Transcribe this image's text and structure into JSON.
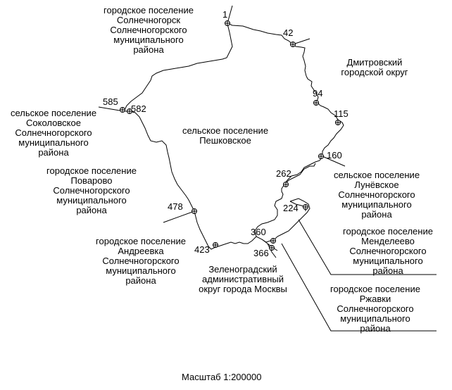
{
  "map": {
    "line_color": "#000000",
    "marker_symbol": "circle-with-cross",
    "neighbors": {
      "solnechnogorsk": [
        "городское поселение",
        "Солнечногорск",
        "Солнечногорского",
        "муниципального",
        "района"
      ],
      "dmitrovsky": [
        "Дмитровский",
        "городской округ"
      ],
      "sokolovskoe": [
        "сельское поселение",
        "Соколовское",
        "Солнечногорского",
        "муниципального",
        "района"
      ],
      "peshkovskoe": [
        "сельское поселение",
        "Пешковское"
      ],
      "povarovo": [
        "городское поселение",
        "Поварово",
        "Солнечногорского",
        "муниципального",
        "района"
      ],
      "lunevskoe": [
        "сельское поселение",
        "Лунёвское",
        "Солнечногорского",
        "муниципального",
        "района"
      ],
      "mendeleevo": [
        "городское поселение",
        "Менделеево",
        "Солнечногорского",
        "муниципального",
        "района"
      ],
      "andreevka": [
        "городское поселение",
        "Андреевка",
        "Солнечногорского",
        "муниципального",
        "района"
      ],
      "zelenograd": [
        "Зеленоградский",
        "административный",
        "округ города Москвы"
      ],
      "rzhavki": [
        "городское поселение",
        "Ржавки",
        "Солнечногорского",
        "муниципального",
        "района"
      ]
    },
    "points": [
      {
        "id": "p1",
        "label": "1"
      },
      {
        "id": "p42",
        "label": "42"
      },
      {
        "id": "p94",
        "label": "94"
      },
      {
        "id": "p115",
        "label": "115"
      },
      {
        "id": "p160",
        "label": "160"
      },
      {
        "id": "p224",
        "label": "224"
      },
      {
        "id": "p262",
        "label": "262"
      },
      {
        "id": "p360",
        "label": "360"
      },
      {
        "id": "p366",
        "label": "366"
      },
      {
        "id": "p423",
        "label": "423"
      },
      {
        "id": "p478",
        "label": "478"
      },
      {
        "id": "p582",
        "label": "582"
      },
      {
        "id": "p585",
        "label": "585"
      }
    ],
    "scale": "Масштаб 1:200000"
  }
}
